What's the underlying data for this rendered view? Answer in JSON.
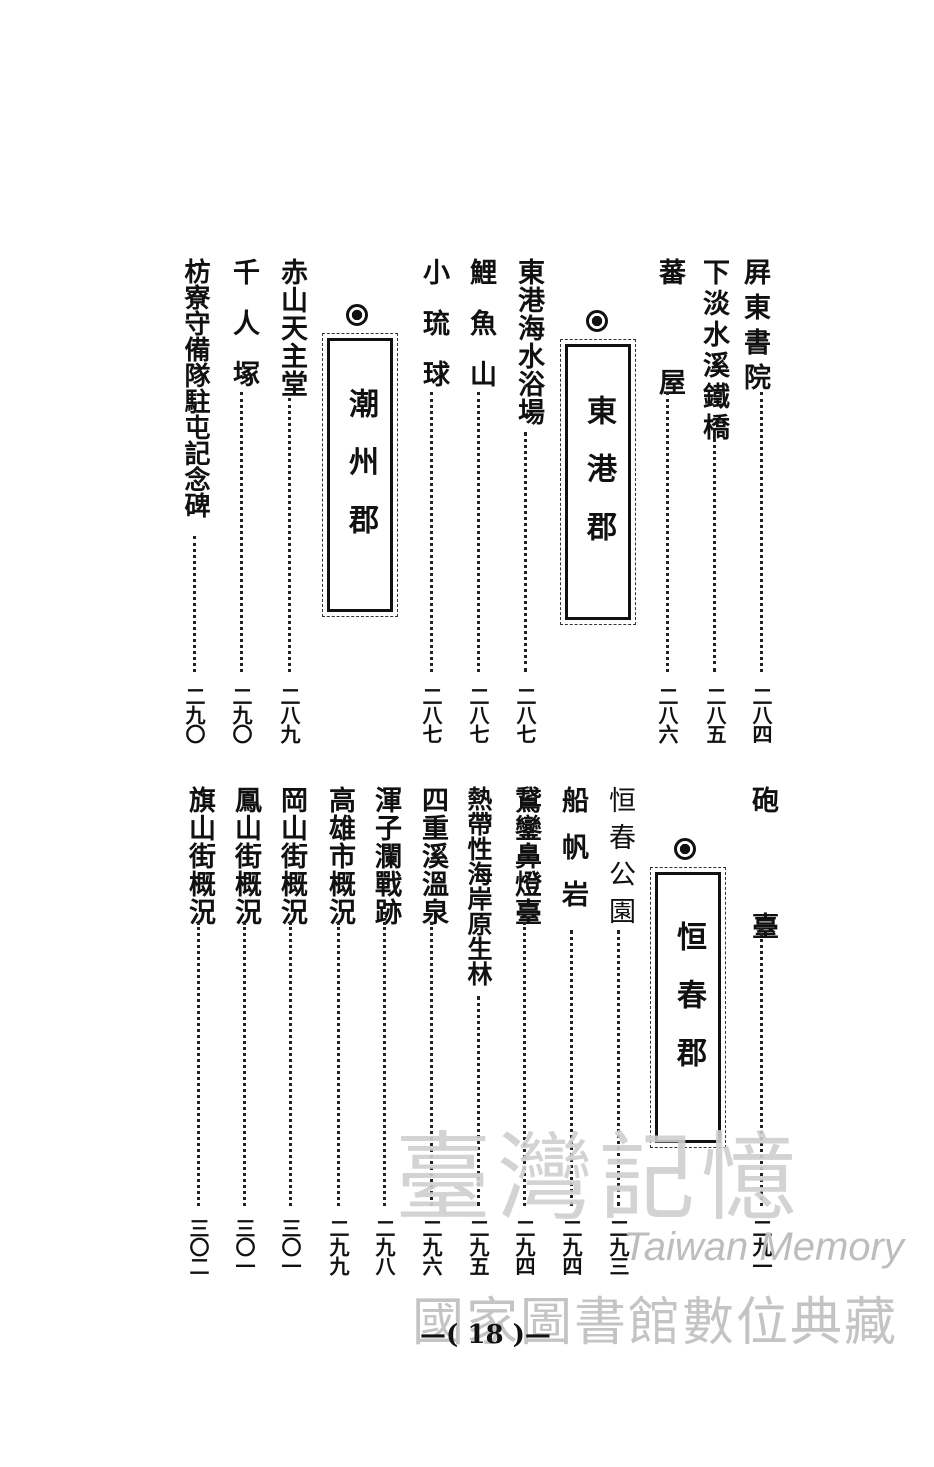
{
  "upper": [
    {
      "title": "屛東書院",
      "page": "二八四"
    },
    {
      "title": "下淡水溪鐵橋",
      "page": "二八五"
    },
    {
      "title": "蕃　屋",
      "page": "二八六"
    },
    {
      "title": "東港郡",
      "page": ""
    },
    {
      "title": "東港海水浴場",
      "page": "二八七"
    },
    {
      "title": "鯉魚山",
      "page": "二八七"
    },
    {
      "title": "小琉球",
      "page": "二八七"
    },
    {
      "title": "潮州郡",
      "page": ""
    },
    {
      "title": "赤山天主堂",
      "page": "二八九"
    },
    {
      "title": "千人塚",
      "page": "二九〇"
    },
    {
      "title": "枋寮守備隊駐屯記念碑",
      "page": "二九〇"
    }
  ],
  "lower": [
    {
      "title": "砲　臺",
      "page": "二九一"
    },
    {
      "title": "恒春郡",
      "page": ""
    },
    {
      "title": "恒春公園",
      "page": "二九三"
    },
    {
      "title": "船帆岩",
      "page": "二九四"
    },
    {
      "title": "鵞鑾鼻燈臺",
      "page": "二九四"
    },
    {
      "title": "熱帶性海岸原生林",
      "page": "二九五"
    },
    {
      "title": "四重溪溫泉",
      "page": "二九六"
    },
    {
      "title": "渾子瀾戰跡",
      "page": "二九八"
    },
    {
      "title": "高雄市概況",
      "page": "二九九"
    },
    {
      "title": "岡山街概況",
      "page": "三〇一"
    },
    {
      "title": "鳳山街概況",
      "page": "三〇一"
    },
    {
      "title": "旗山街概況",
      "page": "三〇二"
    }
  ],
  "badges": {
    "donggang": "東港郡",
    "chaozhou": "潮州郡",
    "hengchun": "恒春郡"
  },
  "watermark": {
    "chinese": "臺灣記憶",
    "english": "Taiwan Memory",
    "library": "國家圖書館數位典藏"
  },
  "footer": "—( 18 )—"
}
